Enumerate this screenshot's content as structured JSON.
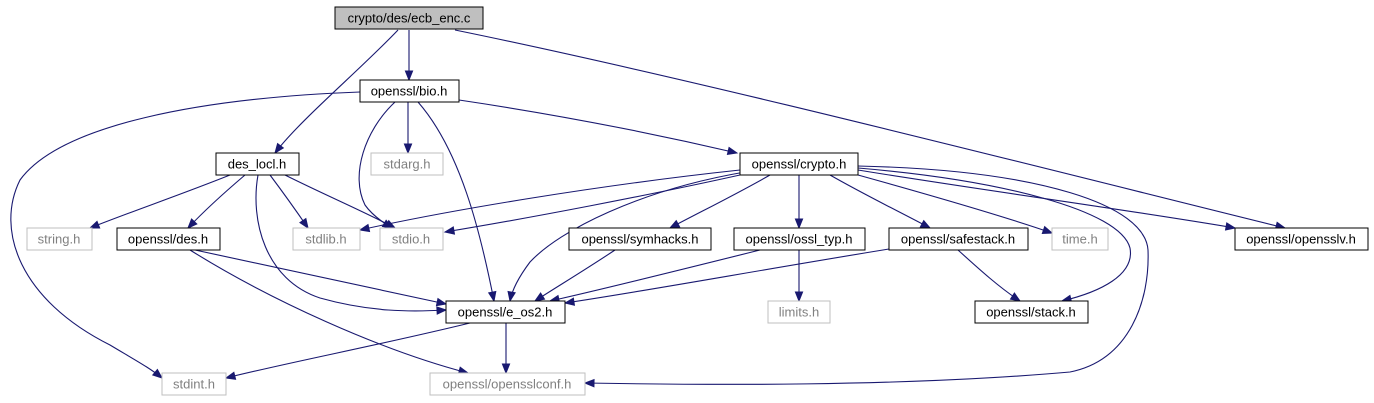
{
  "graph": {
    "type": "include-dependency-graph",
    "colors": {
      "edge": "#191970",
      "root_fill": "#bfbfbf",
      "node_border": "#000000",
      "external_border": "#bfbfbf",
      "external_text": "#808080"
    },
    "nodes": [
      {
        "id": "ecb_enc",
        "label": "crypto/des/ecb_enc.c",
        "kind": "root"
      },
      {
        "id": "bio",
        "label": "openssl/bio.h",
        "kind": "header"
      },
      {
        "id": "des_locl",
        "label": "des_locl.h",
        "kind": "header"
      },
      {
        "id": "stdarg",
        "label": "stdarg.h",
        "kind": "external"
      },
      {
        "id": "crypto",
        "label": "openssl/crypto.h",
        "kind": "header"
      },
      {
        "id": "string",
        "label": "string.h",
        "kind": "external"
      },
      {
        "id": "des",
        "label": "openssl/des.h",
        "kind": "header"
      },
      {
        "id": "stdlib",
        "label": "stdlib.h",
        "kind": "external"
      },
      {
        "id": "stdio",
        "label": "stdio.h",
        "kind": "external"
      },
      {
        "id": "symhacks",
        "label": "openssl/symhacks.h",
        "kind": "header"
      },
      {
        "id": "ossl_typ",
        "label": "openssl/ossl_typ.h",
        "kind": "header"
      },
      {
        "id": "safestack",
        "label": "openssl/safestack.h",
        "kind": "header"
      },
      {
        "id": "time",
        "label": "time.h",
        "kind": "external"
      },
      {
        "id": "opensslv",
        "label": "openssl/opensslv.h",
        "kind": "header"
      },
      {
        "id": "e_os2",
        "label": "openssl/e_os2.h",
        "kind": "header"
      },
      {
        "id": "limits",
        "label": "limits.h",
        "kind": "external"
      },
      {
        "id": "stack",
        "label": "openssl/stack.h",
        "kind": "header"
      },
      {
        "id": "stdint",
        "label": "stdint.h",
        "kind": "external"
      },
      {
        "id": "opensslconf",
        "label": "openssl/opensslconf.h",
        "kind": "external"
      }
    ],
    "edges": [
      {
        "from": "ecb_enc",
        "to": "bio"
      },
      {
        "from": "ecb_enc",
        "to": "des_locl"
      },
      {
        "from": "ecb_enc",
        "to": "opensslv"
      },
      {
        "from": "bio",
        "to": "stdarg"
      },
      {
        "from": "bio",
        "to": "stdio"
      },
      {
        "from": "bio",
        "to": "crypto"
      },
      {
        "from": "bio",
        "to": "e_os2"
      },
      {
        "from": "bio",
        "to": "stdint"
      },
      {
        "from": "des_locl",
        "to": "string"
      },
      {
        "from": "des_locl",
        "to": "des"
      },
      {
        "from": "des_locl",
        "to": "stdlib"
      },
      {
        "from": "des_locl",
        "to": "stdio"
      },
      {
        "from": "des_locl",
        "to": "e_os2"
      },
      {
        "from": "crypto",
        "to": "stdlib"
      },
      {
        "from": "crypto",
        "to": "stdio"
      },
      {
        "from": "crypto",
        "to": "e_os2"
      },
      {
        "from": "crypto",
        "to": "symhacks"
      },
      {
        "from": "crypto",
        "to": "ossl_typ"
      },
      {
        "from": "crypto",
        "to": "safestack"
      },
      {
        "from": "crypto",
        "to": "time"
      },
      {
        "from": "crypto",
        "to": "opensslv"
      },
      {
        "from": "crypto",
        "to": "stack"
      },
      {
        "from": "crypto",
        "to": "opensslconf"
      },
      {
        "from": "des",
        "to": "e_os2"
      },
      {
        "from": "des",
        "to": "opensslconf"
      },
      {
        "from": "symhacks",
        "to": "e_os2"
      },
      {
        "from": "ossl_typ",
        "to": "e_os2"
      },
      {
        "from": "ossl_typ",
        "to": "limits"
      },
      {
        "from": "safestack",
        "to": "e_os2"
      },
      {
        "from": "safestack",
        "to": "stack"
      },
      {
        "from": "e_os2",
        "to": "stdint"
      },
      {
        "from": "e_os2",
        "to": "opensslconf"
      }
    ]
  }
}
